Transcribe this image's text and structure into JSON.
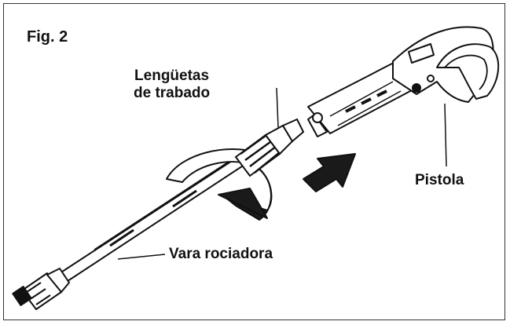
{
  "figure": {
    "label": "Fig. 2",
    "callouts": {
      "locking_tabs": {
        "line1": "Lengüetas",
        "line2": "de trabado"
      },
      "gun": "Pistola",
      "spray_wand": "Vara rociadora"
    }
  },
  "colors": {
    "ink": "#111111",
    "frame": "#333333",
    "fill": "#ffffff",
    "dark": "#1a1a1a"
  }
}
